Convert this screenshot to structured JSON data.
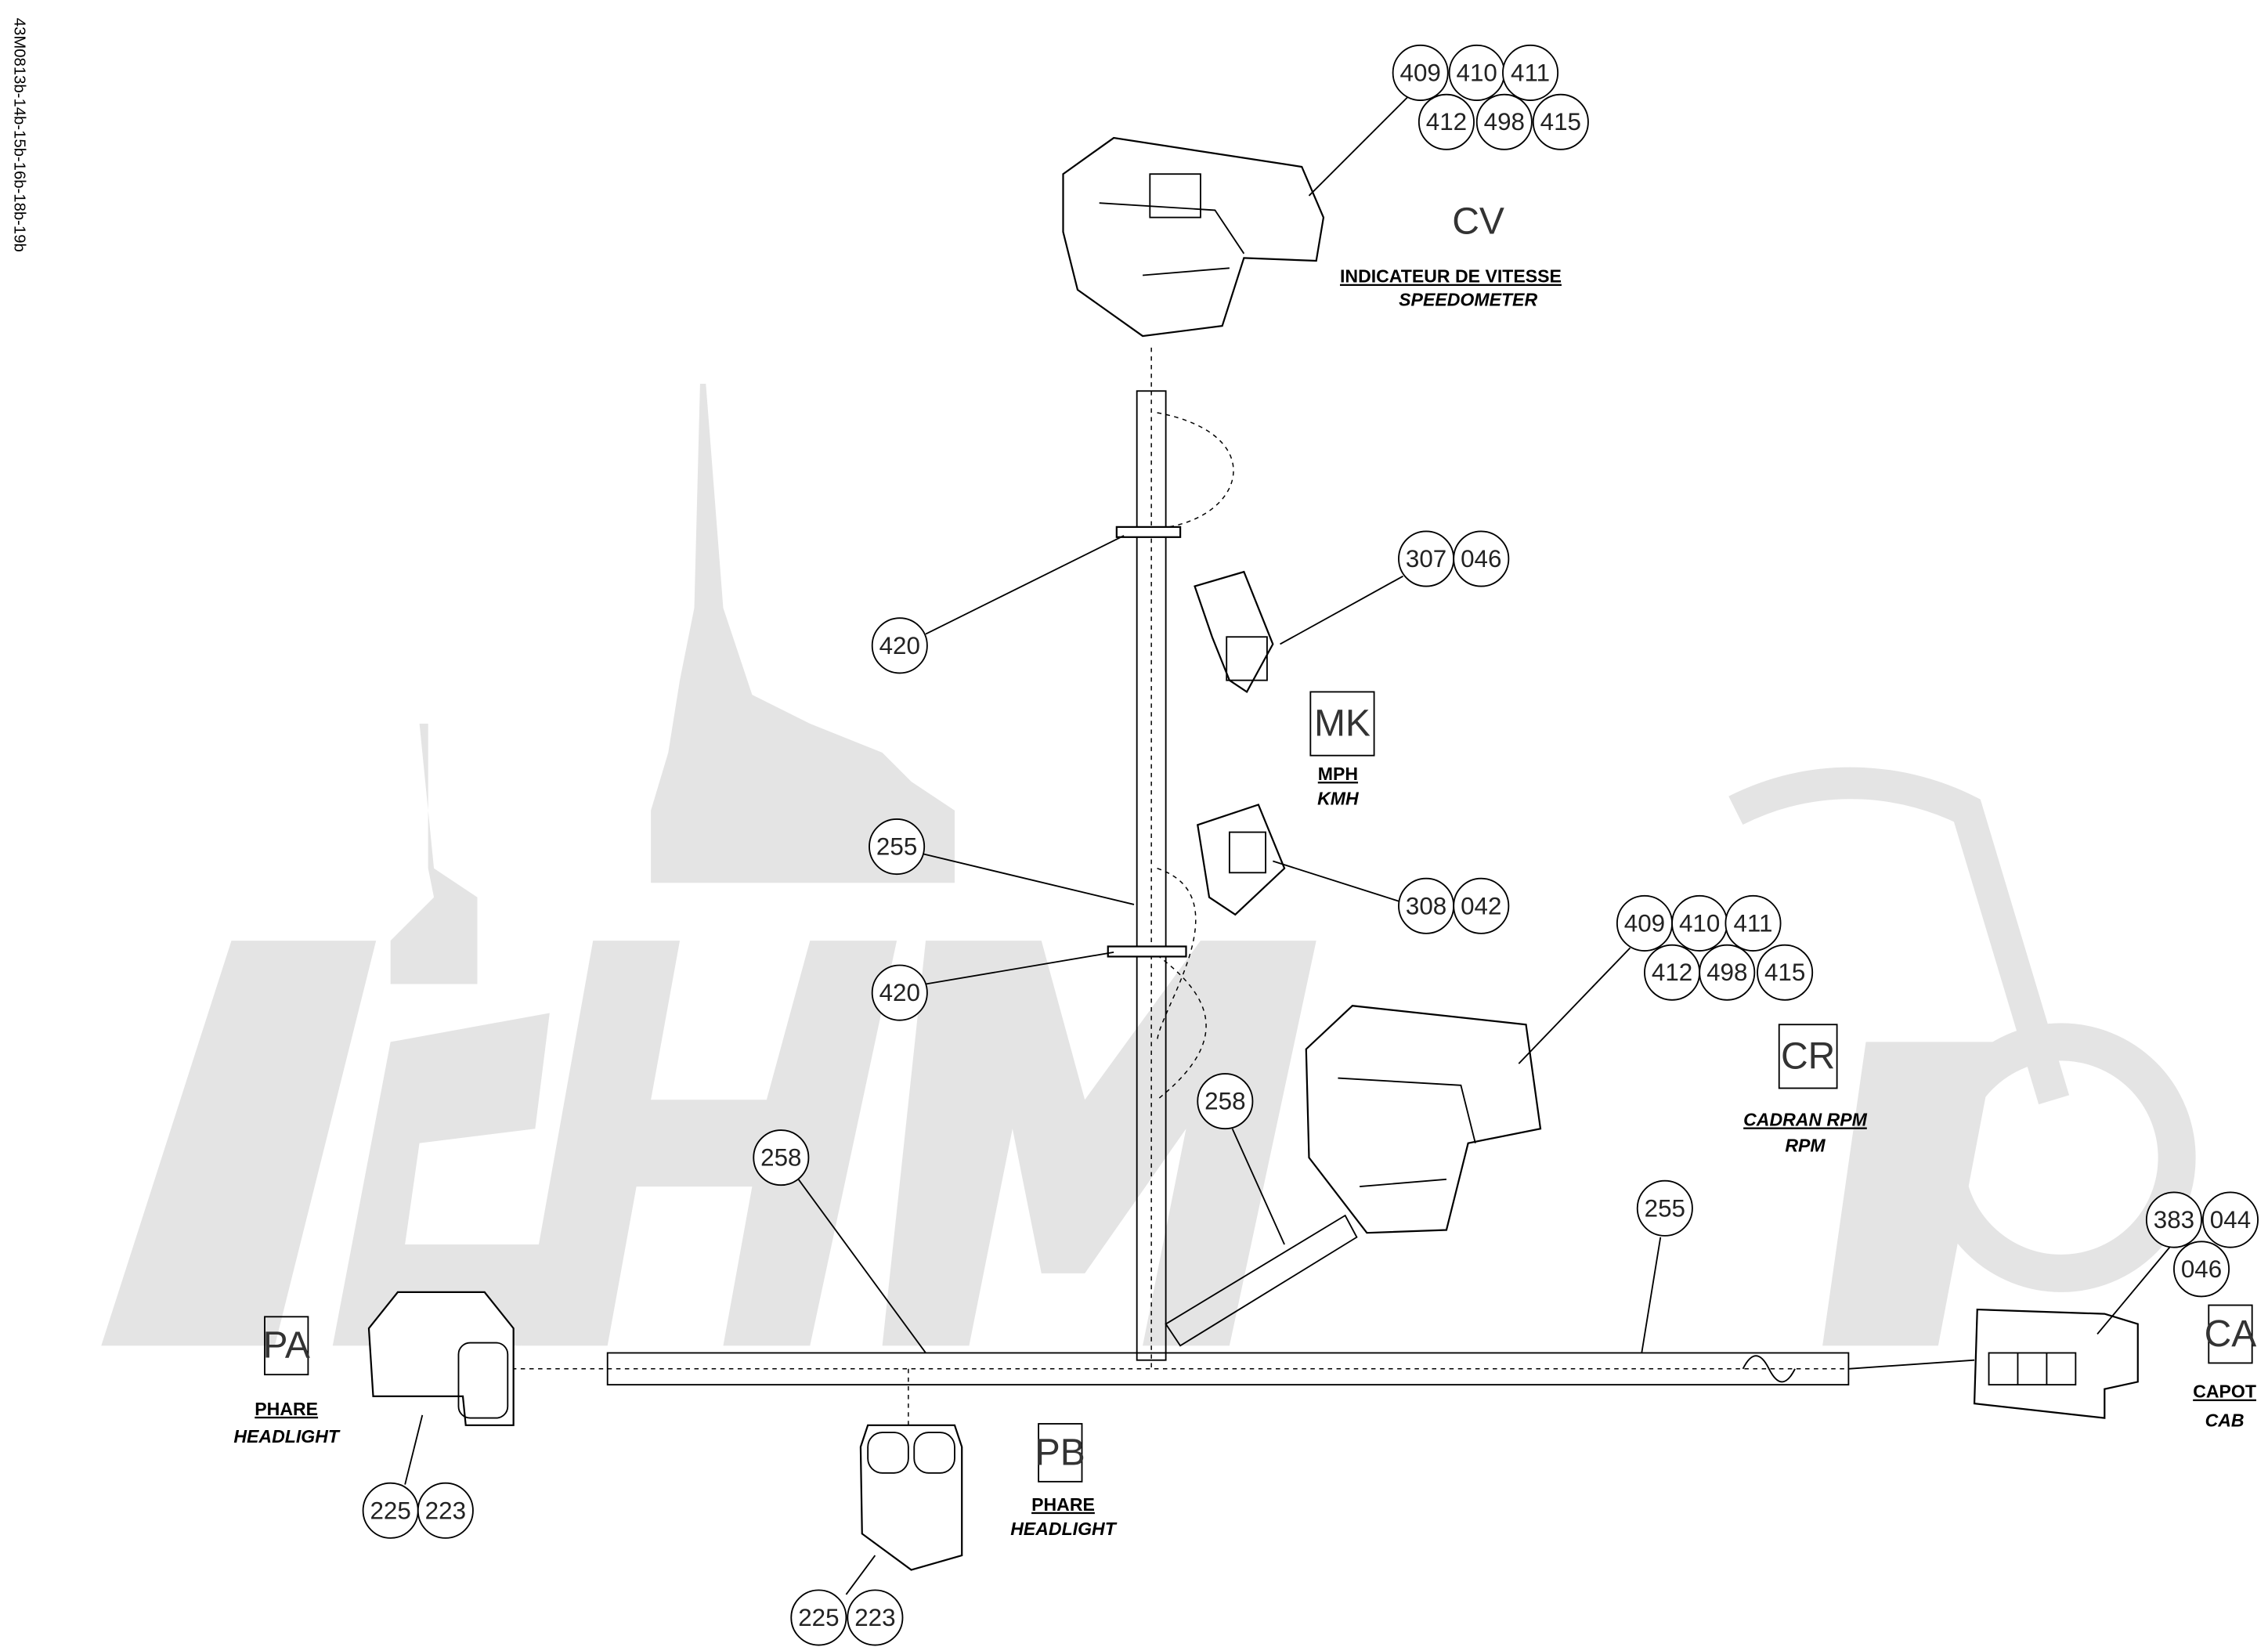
{
  "drawing_ref": "43M0813b-14b-15b-16b-18b-19b",
  "connectors": {
    "cv": {
      "code": "CV",
      "label_fr": "INDICATEUR DE VITESSE",
      "label_en": "SPEEDOMETER",
      "parts": [
        "409",
        "410",
        "411",
        "412",
        "498",
        "415"
      ]
    },
    "mk": {
      "code": "MK",
      "label_fr": "MPH",
      "label_en": "KMH",
      "parts_a": [
        "307",
        "046"
      ],
      "parts_b": [
        "308",
        "042"
      ]
    },
    "cr": {
      "code": "CR",
      "label_fr": "CADRAN RPM",
      "label_en": "RPM",
      "parts": [
        "409",
        "410",
        "411",
        "412",
        "498",
        "415"
      ]
    },
    "ca": {
      "code": "CA",
      "label_fr": "CAPOT",
      "label_en": "CAB",
      "parts": [
        "383",
        "044",
        "046"
      ]
    },
    "pa": {
      "code": "PA",
      "label_fr": "PHARE",
      "label_en": "HEADLIGHT",
      "parts": [
        "225",
        "223"
      ]
    },
    "pb": {
      "code": "PB",
      "label_fr": "PHARE",
      "label_en": "HEADLIGHT",
      "parts": [
        "225",
        "223"
      ]
    }
  },
  "harness_callouts": {
    "clip_upper": "420",
    "clip_lower": "420",
    "tape_vertical": "255",
    "tape_horizontal": "255",
    "sleeve_branch": "258",
    "sleeve_main": "258"
  }
}
